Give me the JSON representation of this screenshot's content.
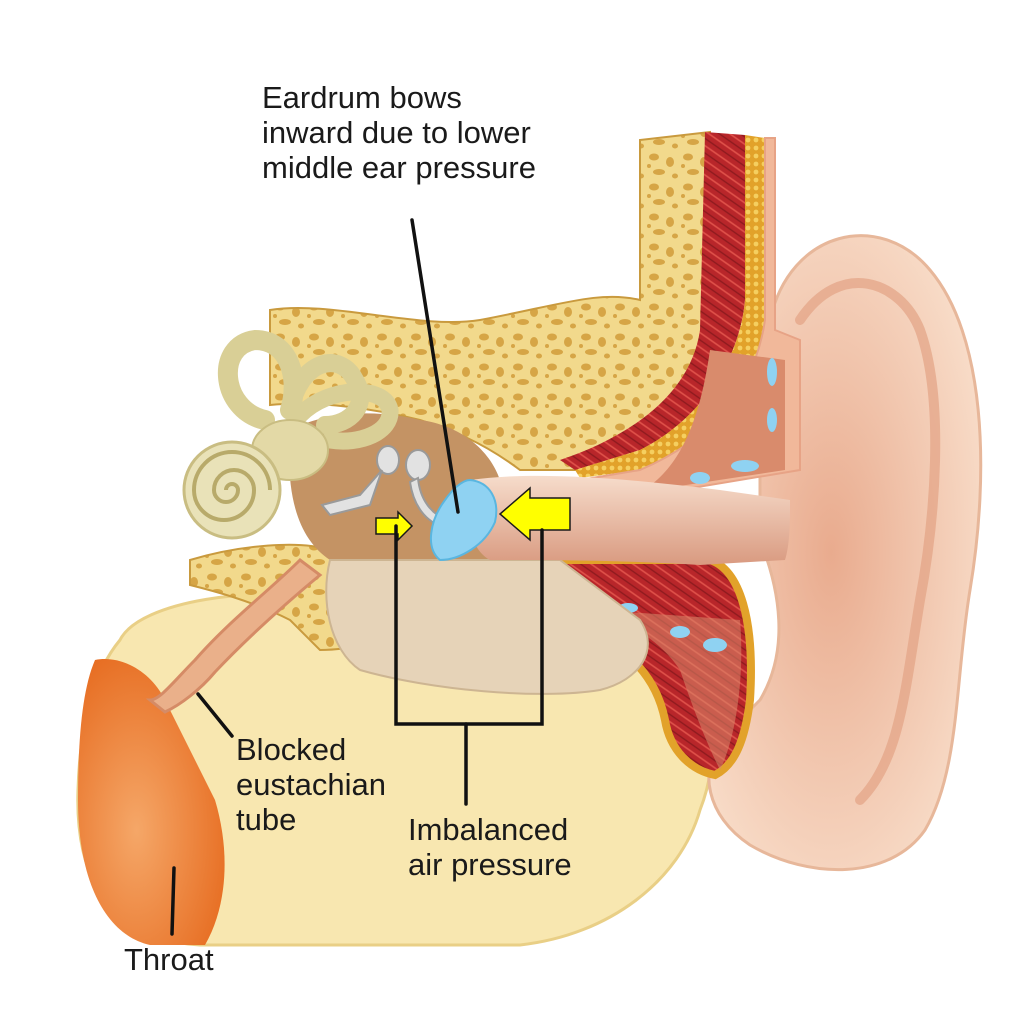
{
  "labels": {
    "eardrum": [
      "Eardrum bows",
      "inward due to lower",
      "middle ear pressure"
    ],
    "blocked_tube": [
      "Blocked",
      "eustachian",
      "tube"
    ],
    "air_pressure": [
      "Imbalanced",
      "air pressure"
    ],
    "throat": [
      "Throat"
    ]
  },
  "colors": {
    "bone": "#f2d98c",
    "bone_pores": "#d6a546",
    "skin": "#f0c9a8",
    "canal": "#e8b496",
    "throat": "#f07a2c",
    "head_fill": "#f8e7b0",
    "eardrum": "#8fd2f2",
    "arrow": "#ffff00",
    "muscle": "#b8262a",
    "cochlea": "#e9e2b8",
    "middle_ear": "#c49364"
  },
  "icons": [
    "cochlea-icon",
    "semicircular-canals-icon",
    "ossicles-icon",
    "eardrum-icon",
    "pressure-arrow-icon"
  ]
}
